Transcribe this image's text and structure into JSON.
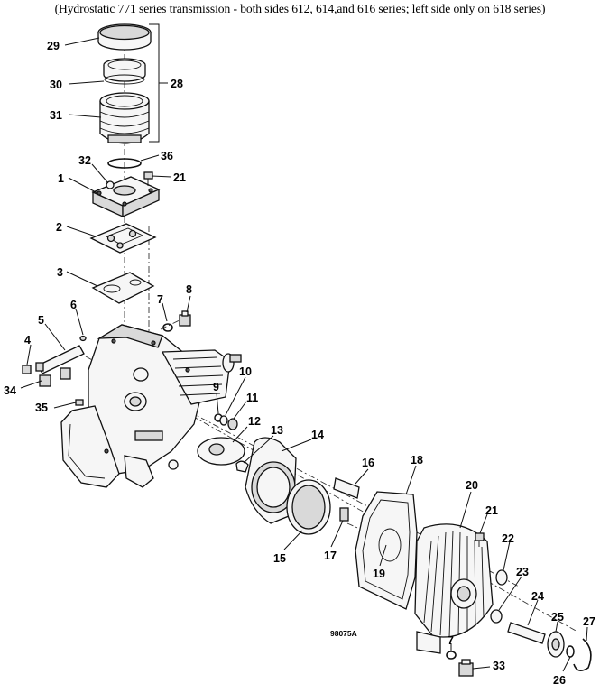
{
  "caption": "(Hydrostatic 771 series transmission - both sides 612, 614,and 616 series; left side only on 618 series)",
  "drawing_code": "98075A",
  "callouts": {
    "c1": "1",
    "c2": "2",
    "c3": "3",
    "c4": "4",
    "c5": "5",
    "c6": "6",
    "c7a": "7",
    "c7b": "7",
    "c8": "8",
    "c9": "9",
    "c10": "10",
    "c11": "11",
    "c12": "12",
    "c13": "13",
    "c14": "14",
    "c15": "15",
    "c16": "16",
    "c17": "17",
    "c18": "18",
    "c19": "19",
    "c20": "20",
    "c21a": "21",
    "c21b": "21",
    "c22": "22",
    "c23": "23",
    "c24": "24",
    "c25": "25",
    "c26": "26",
    "c27": "27",
    "c28": "28",
    "c29": "29",
    "c30": "30",
    "c31": "31",
    "c32": "32",
    "c33": "33",
    "c34": "34",
    "c35": "35",
    "c36": "36"
  }
}
